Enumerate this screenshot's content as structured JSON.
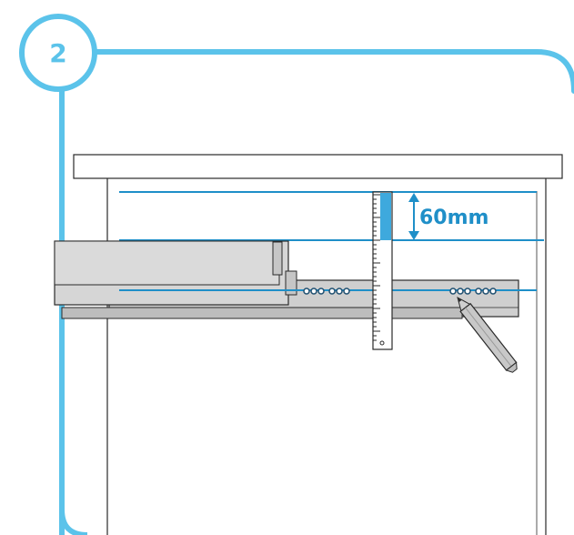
{
  "step": {
    "number": "2"
  },
  "measurement": {
    "label": "60mm",
    "value_mm": 60
  },
  "colors": {
    "accent": "#5bc3ea",
    "guide_line": "#1f8fc8",
    "ruler_highlight": "#3ea9dd",
    "drawer_fill": "#d2d2d2",
    "rail_fill": "#c9c9c9",
    "outline": "#2a2a2a"
  },
  "icons": {
    "tool": "pencil-icon",
    "measure": "ruler-icon"
  }
}
